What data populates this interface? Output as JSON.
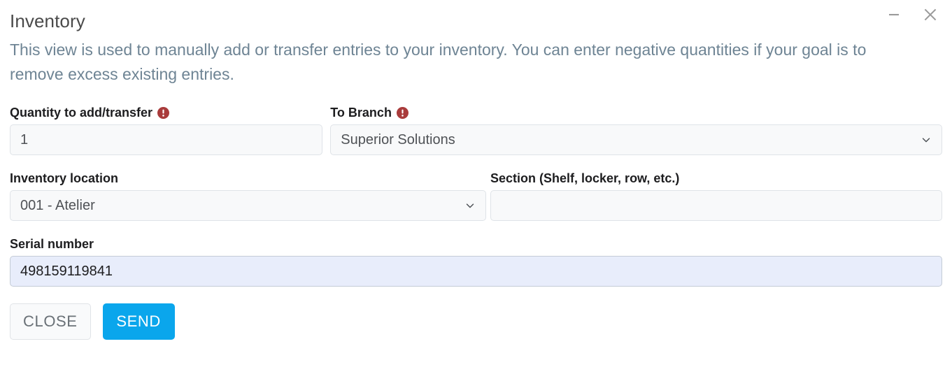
{
  "dialog": {
    "title": "Inventory",
    "description": "This view is used to manually add or transfer entries to your inventory. You can enter negative quantities if your goal is to remove excess existing entries.",
    "minimize_icon": "minimize-icon",
    "close_icon": "close-icon"
  },
  "colors": {
    "accent": "#0aa6ec",
    "required": "#a93b3b",
    "description_text": "#6e8494",
    "field_bg": "#f8f9fa",
    "autofill_bg": "#e8edfb"
  },
  "form": {
    "quantity": {
      "label": "Quantity to add/transfer",
      "required": true,
      "value": "1",
      "placeholder": ""
    },
    "branch": {
      "label": "To Branch",
      "required": true,
      "value": "Superior Solutions",
      "options": [
        "Superior Solutions"
      ]
    },
    "location": {
      "label": "Inventory location",
      "required": false,
      "value": "001 - Atelier",
      "options": [
        "001 - Atelier"
      ]
    },
    "section": {
      "label": "Section (Shelf, locker, row, etc.)",
      "required": false,
      "value": "",
      "placeholder": ""
    },
    "serial": {
      "label": "Serial number",
      "required": false,
      "value": "498159119841",
      "placeholder": ""
    }
  },
  "actions": {
    "close_label": "CLOSE",
    "send_label": "SEND"
  }
}
